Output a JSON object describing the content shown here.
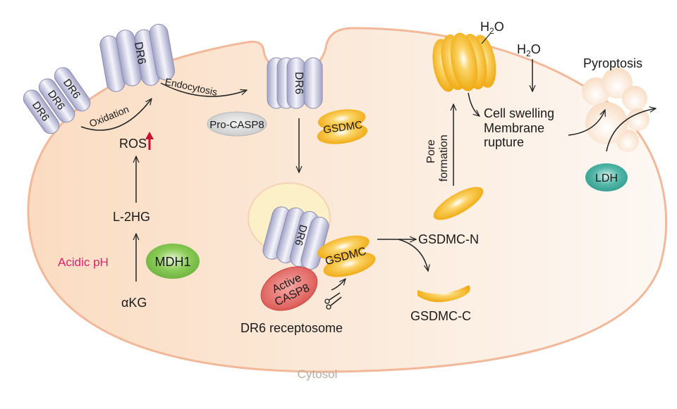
{
  "diagram": {
    "title": "DR6 receptosome-mediated GSDMC pyroptosis pathway",
    "compartment_label": "Cytosol",
    "proteins": {
      "dr6_monomer": "DR6",
      "dr6_cluster": "DR6",
      "dr6_endocytosed": "DR6",
      "dr6_receptosome": "DR6",
      "pro_casp8": "Pro-CASP8",
      "gsdmc_free": "GSDMC",
      "gsdmc_bound": "GSDMC",
      "active_casp8_line1": "Active",
      "active_casp8_line2": "CASP8",
      "mdh1": "MDH1",
      "ldh": "LDH"
    },
    "metabolites": {
      "akg": "αKG",
      "l2hg": "L-2HG",
      "ros": "ROS",
      "water_pore_main": "H",
      "water_pore_sub": "2",
      "water_pore_end": "O",
      "water_in_main": "H",
      "water_in_sub": "2",
      "water_in_end": "O"
    },
    "conditions": {
      "acidic_ph": "Acidic pH",
      "acidic_ph_color": "#e0206e",
      "ros_increase_color": "#c8102e"
    },
    "processes": {
      "oxidation": "Oxidation",
      "endocytosis": "Endocytosis",
      "receptosome": "DR6 receptosome",
      "pore_formation_line1": "Pore",
      "pore_formation_line2": "formation",
      "cell_swelling": "Cell swelling",
      "membrane_line1": "Membrane",
      "membrane_line2": "rupture",
      "pyroptosis": "Pyroptosis"
    },
    "fragments": {
      "gsdmc_n": "GSDMC-N",
      "gsdmc_c": "GSDMC-C"
    },
    "colors": {
      "cytosol_fill": "#fbe3cc",
      "membrane": "#f2b89a",
      "dr6": "#b9b9d8",
      "gsdmc": "#f2b21e",
      "pro_casp8": "#d8d8d8",
      "active_casp8": "#e0605e",
      "mdh1": "#7ec04a",
      "ldh": "#3ea89a",
      "endosome": "#fbeec6",
      "cytosol_label": "#b8aca2"
    }
  }
}
